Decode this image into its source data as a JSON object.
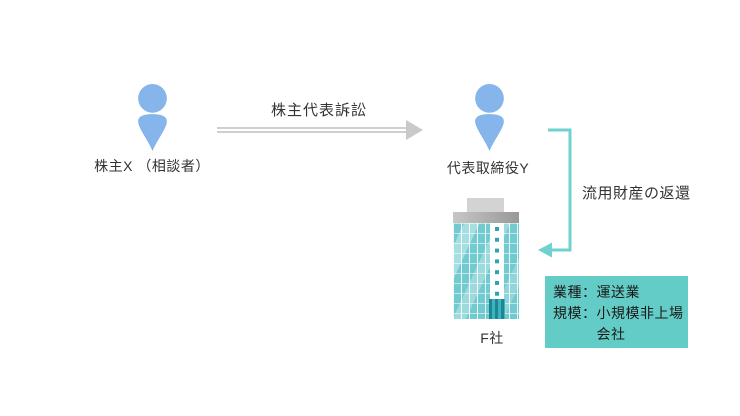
{
  "diagram": {
    "background": "#ffffff",
    "accent_blue": "#85b5ea",
    "accent_teal": "#6fd2ce",
    "arrow_gray": "#c9c9c9"
  },
  "actors": {
    "shareholder": {
      "label": "株主X （相談者）",
      "icon": "person-icon",
      "color": "#85b5ea"
    },
    "director": {
      "label": "代表取締役Y",
      "icon": "person-icon",
      "color": "#85b5ea"
    }
  },
  "lawsuit_arrow": {
    "label": "株主代表訴訟",
    "direction": "right",
    "color": "#c9c9c9"
  },
  "return_arrow": {
    "label": "流用財産の返還",
    "direction": "down-then-left",
    "color": "#6fd2ce"
  },
  "company": {
    "label": "F社",
    "icon": "office-building-icon"
  },
  "company_info_box": {
    "background": "#63ccc6",
    "lines": {
      "0": "業種：運送業",
      "1": "規模：小規模非上場",
      "2": "　　　会社"
    }
  }
}
